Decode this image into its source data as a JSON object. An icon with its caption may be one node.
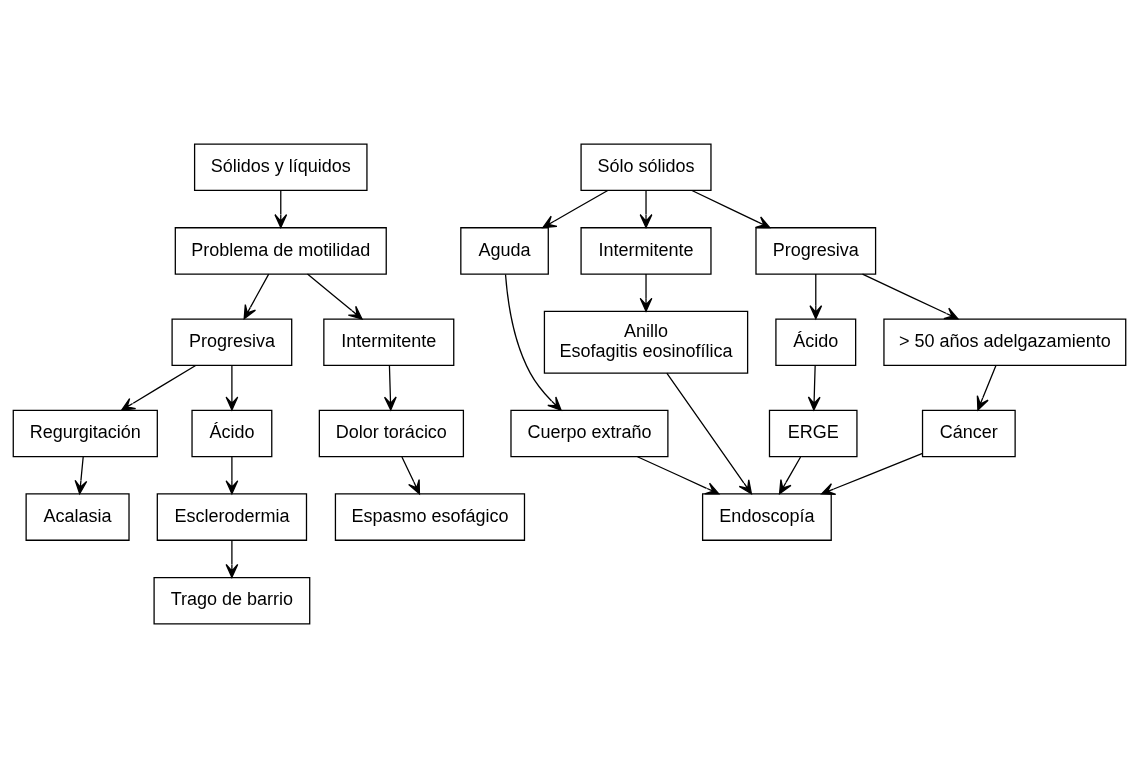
{
  "diagram": {
    "nodes": [
      {
        "text": [
          "Sólidos y líquidos"
        ]
      },
      {
        "text": [
          "Problema de motilidad"
        ]
      },
      {
        "text": [
          "Progresiva"
        ]
      },
      {
        "text": [
          "Intermitente"
        ]
      },
      {
        "text": [
          "Regurgitación"
        ]
      },
      {
        "text": [
          "Ácido"
        ]
      },
      {
        "text": [
          "Dolor torácico"
        ]
      },
      {
        "text": [
          "Acalasia"
        ]
      },
      {
        "text": [
          "Esclerodermia"
        ]
      },
      {
        "text": [
          "Espasmo esofágico"
        ]
      },
      {
        "text": [
          "Trago de barrio"
        ]
      },
      {
        "text": [
          "Sólo sólidos"
        ]
      },
      {
        "text": [
          "Aguda"
        ]
      },
      {
        "text": [
          "Intermitente"
        ]
      },
      {
        "text": [
          "Progresiva"
        ]
      },
      {
        "text": [
          "Cuerpo extraño"
        ]
      },
      {
        "text": [
          "Anillo",
          "Esofagitis eosinofílica"
        ]
      },
      {
        "text": [
          "Ácido"
        ]
      },
      {
        "text": [
          "> 50 años adelgazamiento"
        ]
      },
      {
        "text": [
          "ERGE"
        ]
      },
      {
        "text": [
          "Cáncer"
        ]
      },
      {
        "text": [
          "Endoscopía"
        ]
      }
    ],
    "edges": [
      {
        "from": 0,
        "to": 1,
        "arrow": "to"
      },
      {
        "from": 1,
        "to": 2,
        "arrow": "to"
      },
      {
        "from": 1,
        "to": 3,
        "arrow": "to"
      },
      {
        "from": 2,
        "to": 4,
        "arrow": "to"
      },
      {
        "from": 2,
        "to": 5,
        "arrow": "to"
      },
      {
        "from": 3,
        "to": 6,
        "arrow": "to"
      },
      {
        "from": 4,
        "to": 7,
        "arrow": "to"
      },
      {
        "from": 5,
        "to": 8,
        "arrow": "to"
      },
      {
        "from": 6,
        "to": 9,
        "arrow": "to"
      },
      {
        "from": 8,
        "to": 10,
        "arrow": "to"
      },
      {
        "from": 11,
        "to": 12,
        "arrow": "to"
      },
      {
        "from": 11,
        "to": 13,
        "arrow": "to"
      },
      {
        "from": 11,
        "to": 14,
        "arrow": "to"
      },
      {
        "from": 12,
        "to": 15,
        "arrow": "to"
      },
      {
        "from": 13,
        "to": 16,
        "arrow": "to"
      },
      {
        "from": 14,
        "to": 17,
        "arrow": "to"
      },
      {
        "from": 14,
        "to": 18,
        "arrow": "to"
      },
      {
        "from": 17,
        "to": 19,
        "arrow": "to"
      },
      {
        "from": 18,
        "to": 20,
        "arrow": "to"
      },
      {
        "from": 15,
        "to": 21,
        "arrow": "to"
      },
      {
        "from": 16,
        "to": 21,
        "arrow": "to"
      },
      {
        "from": 19,
        "to": 21,
        "arrow": "to"
      },
      {
        "from": 20,
        "to": 21,
        "arrow": "to"
      }
    ]
  }
}
